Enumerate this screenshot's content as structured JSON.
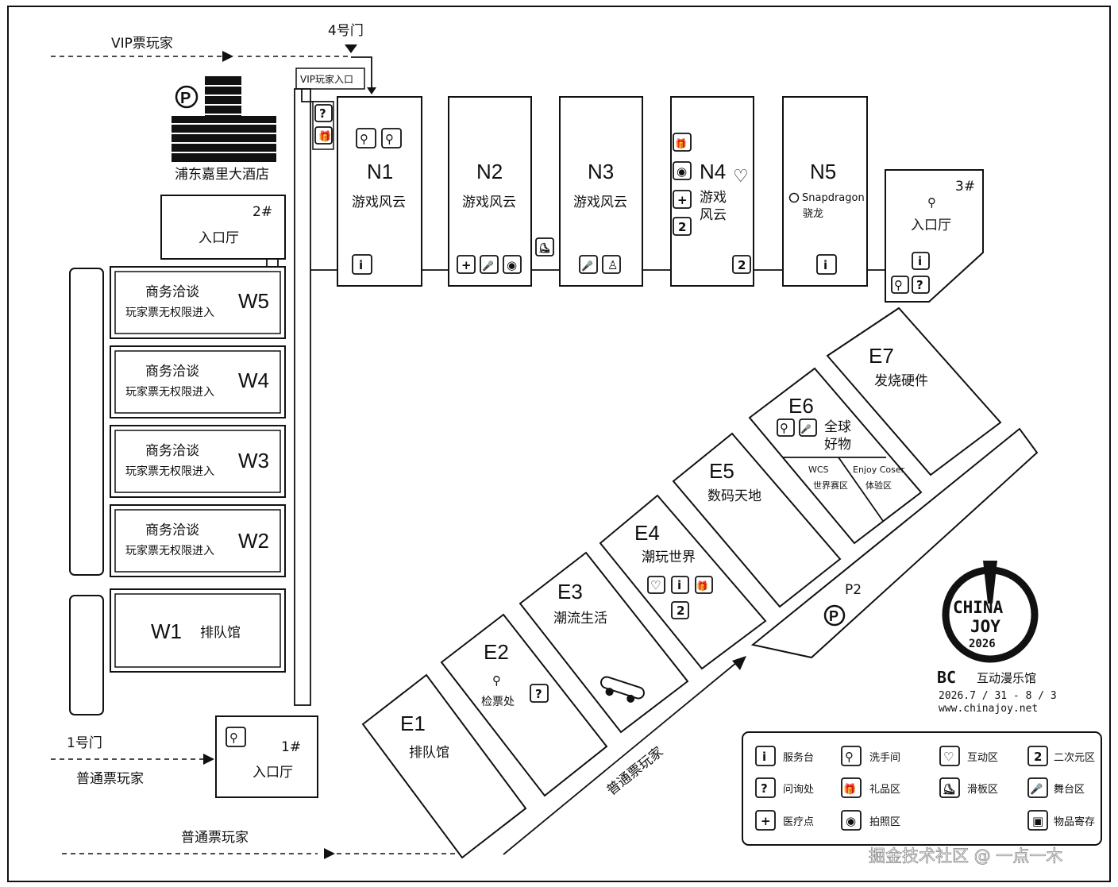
{
  "gates": {
    "gate4": "4号门",
    "gate1": "1号门",
    "vip_player": "VIP票玩家",
    "vip_entrance": "VIP玩家入口",
    "regular_player": "普通票玩家"
  },
  "hotel": {
    "name": "浦东嘉里大酒店"
  },
  "entrance_halls": {
    "hall1": {
      "num": "1#",
      "label": "入口厅"
    },
    "hall2": {
      "num": "2#",
      "label": "入口厅"
    },
    "hall3": {
      "num": "3#",
      "label": "入口厅"
    }
  },
  "west_halls": [
    {
      "code": "W5",
      "line1": "商务洽谈",
      "line2": "玩家票无权限进入"
    },
    {
      "code": "W4",
      "line1": "商务洽谈",
      "line2": "玩家票无权限进入"
    },
    {
      "code": "W3",
      "line1": "商务洽谈",
      "line2": "玩家票无权限进入"
    },
    {
      "code": "W2",
      "line1": "商务洽谈",
      "line2": "玩家票无权限进入"
    },
    {
      "code": "W1",
      "line1": "排队馆"
    }
  ],
  "north_halls": [
    {
      "code": "N1",
      "label": "游戏风云"
    },
    {
      "code": "N2",
      "label": "游戏风云"
    },
    {
      "code": "N3",
      "label": "游戏风云"
    },
    {
      "code": "N4",
      "label_line1": "游戏",
      "label_line2": "风云"
    },
    {
      "code": "N5",
      "sponsor": "Snapdragon",
      "sponsor_cn": "骁龙"
    }
  ],
  "east_halls": [
    {
      "code": "E1",
      "label": "排队馆"
    },
    {
      "code": "E2",
      "label": "检票处"
    },
    {
      "code": "E3",
      "label": "潮流生活"
    },
    {
      "code": "E4",
      "label": "潮玩世界"
    },
    {
      "code": "E5",
      "label": "数码天地"
    },
    {
      "code": "E6",
      "label_line1": "全球",
      "label_line2": "好物",
      "zone_a1": "WCS",
      "zone_a2": "世界赛区",
      "zone_b1": "Enjoy Coser",
      "zone_b2": "体验区"
    },
    {
      "code": "E7",
      "label": "发烧硬件"
    }
  ],
  "parking": {
    "p2": "P2",
    "symbol": "P"
  },
  "brand": {
    "logo_line1": "CHINA",
    "logo_line2": "JOY",
    "logo_year": "2026",
    "venue_prefix": "BC",
    "venue": "互动漫乐馆",
    "dates": "2026.7 / 31 - 8 / 3",
    "url": "www.chinajoy.net"
  },
  "legend": [
    {
      "icon": "info-icon",
      "glyph": "i",
      "label": "服务台"
    },
    {
      "icon": "restroom-icon",
      "glyph": "⚲",
      "label": "洗手间"
    },
    {
      "icon": "heart-icon",
      "glyph": "♡",
      "label": "互动区"
    },
    {
      "icon": "anime-icon",
      "glyph": "2",
      "label": "二次元区"
    },
    {
      "icon": "question-icon",
      "glyph": "?",
      "label": "问询处"
    },
    {
      "icon": "gift-icon",
      "glyph": "🎁",
      "label": "礼品区"
    },
    {
      "icon": "skateboard-icon",
      "glyph": "⛸",
      "label": "滑板区"
    },
    {
      "icon": "microphone-icon",
      "glyph": "🎤",
      "label": "舞台区"
    },
    {
      "icon": "medical-icon",
      "glyph": "+",
      "label": "医疗点"
    },
    {
      "icon": "camera-icon",
      "glyph": "◉",
      "label": "拍照区"
    },
    {
      "icon": "locker-icon",
      "glyph": "▣",
      "label": "物品寄存"
    }
  ],
  "watermark": "掘金技术社区 @ 一点一木"
}
